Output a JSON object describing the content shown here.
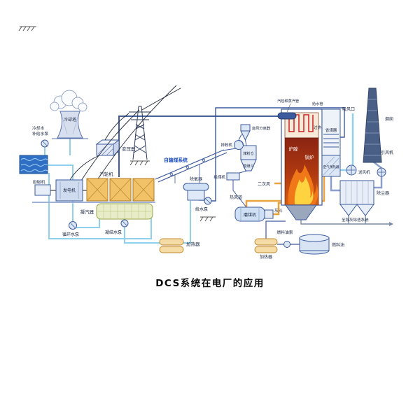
{
  "title": "DCS系统在电厂的应用",
  "labels": {
    "cooling_tower": "冷却塔",
    "cooling_water": "冷却水",
    "makeup_pump": "补给水泵",
    "transformer": "变压器",
    "exciter": "励磁机",
    "generator": "发电机",
    "turbine": "汽轮机",
    "condenser": "凝汽器",
    "circulating_pump": "循环水泵",
    "condensate_pump": "凝结水泵",
    "lp_heater": "加热器",
    "deaerator": "除氧器",
    "feed_pump": "给水泵",
    "coal_conveying_system": "自输煤系统",
    "cyclone_separator": "旋风分离器",
    "powder_exhaust_fan": "排粉机",
    "coal_powder_bunker": "煤粉仓",
    "raw_coal_hopper": "原煤斗",
    "coal_feeder": "给煤机",
    "coal_mill": "磨煤机",
    "hot_air_duct": "热风道",
    "secondary_air": "二次风",
    "ash_hopper": "灰斗",
    "drum_and_steam_pipes": "汽包和蒸汽管",
    "feedwater_pipe": "给水管",
    "air_inlet": "吸风口",
    "furnace": "炉膛",
    "superheater": "过热器",
    "boiler": "锅炉",
    "economizer": "省煤器",
    "air_preheater": "空气预热器",
    "forced_draft_fan": "送风机",
    "dust_collector": "除尘器",
    "induced_draft_fan": "引风机",
    "chimney": "烟囱",
    "to_ash_removal": "至除灰除渣系统",
    "fuel_oil_pump": "燃料油泵",
    "fuel_oil_heater": "加热器",
    "fuel_oil": "燃料油"
  },
  "colors": {
    "line_blue": "#3c5a9e",
    "pipe_cyan": "#8fd0ec",
    "machine_yellow": "#f2c268",
    "flame_orange": "#f07818",
    "flame_yellow": "#ffd23f",
    "furnace_dark": "#8a2413",
    "chimney_blue": "#4a5f85",
    "water_blue": "#2f6fc4",
    "label_blue": "#1f4fbf"
  }
}
